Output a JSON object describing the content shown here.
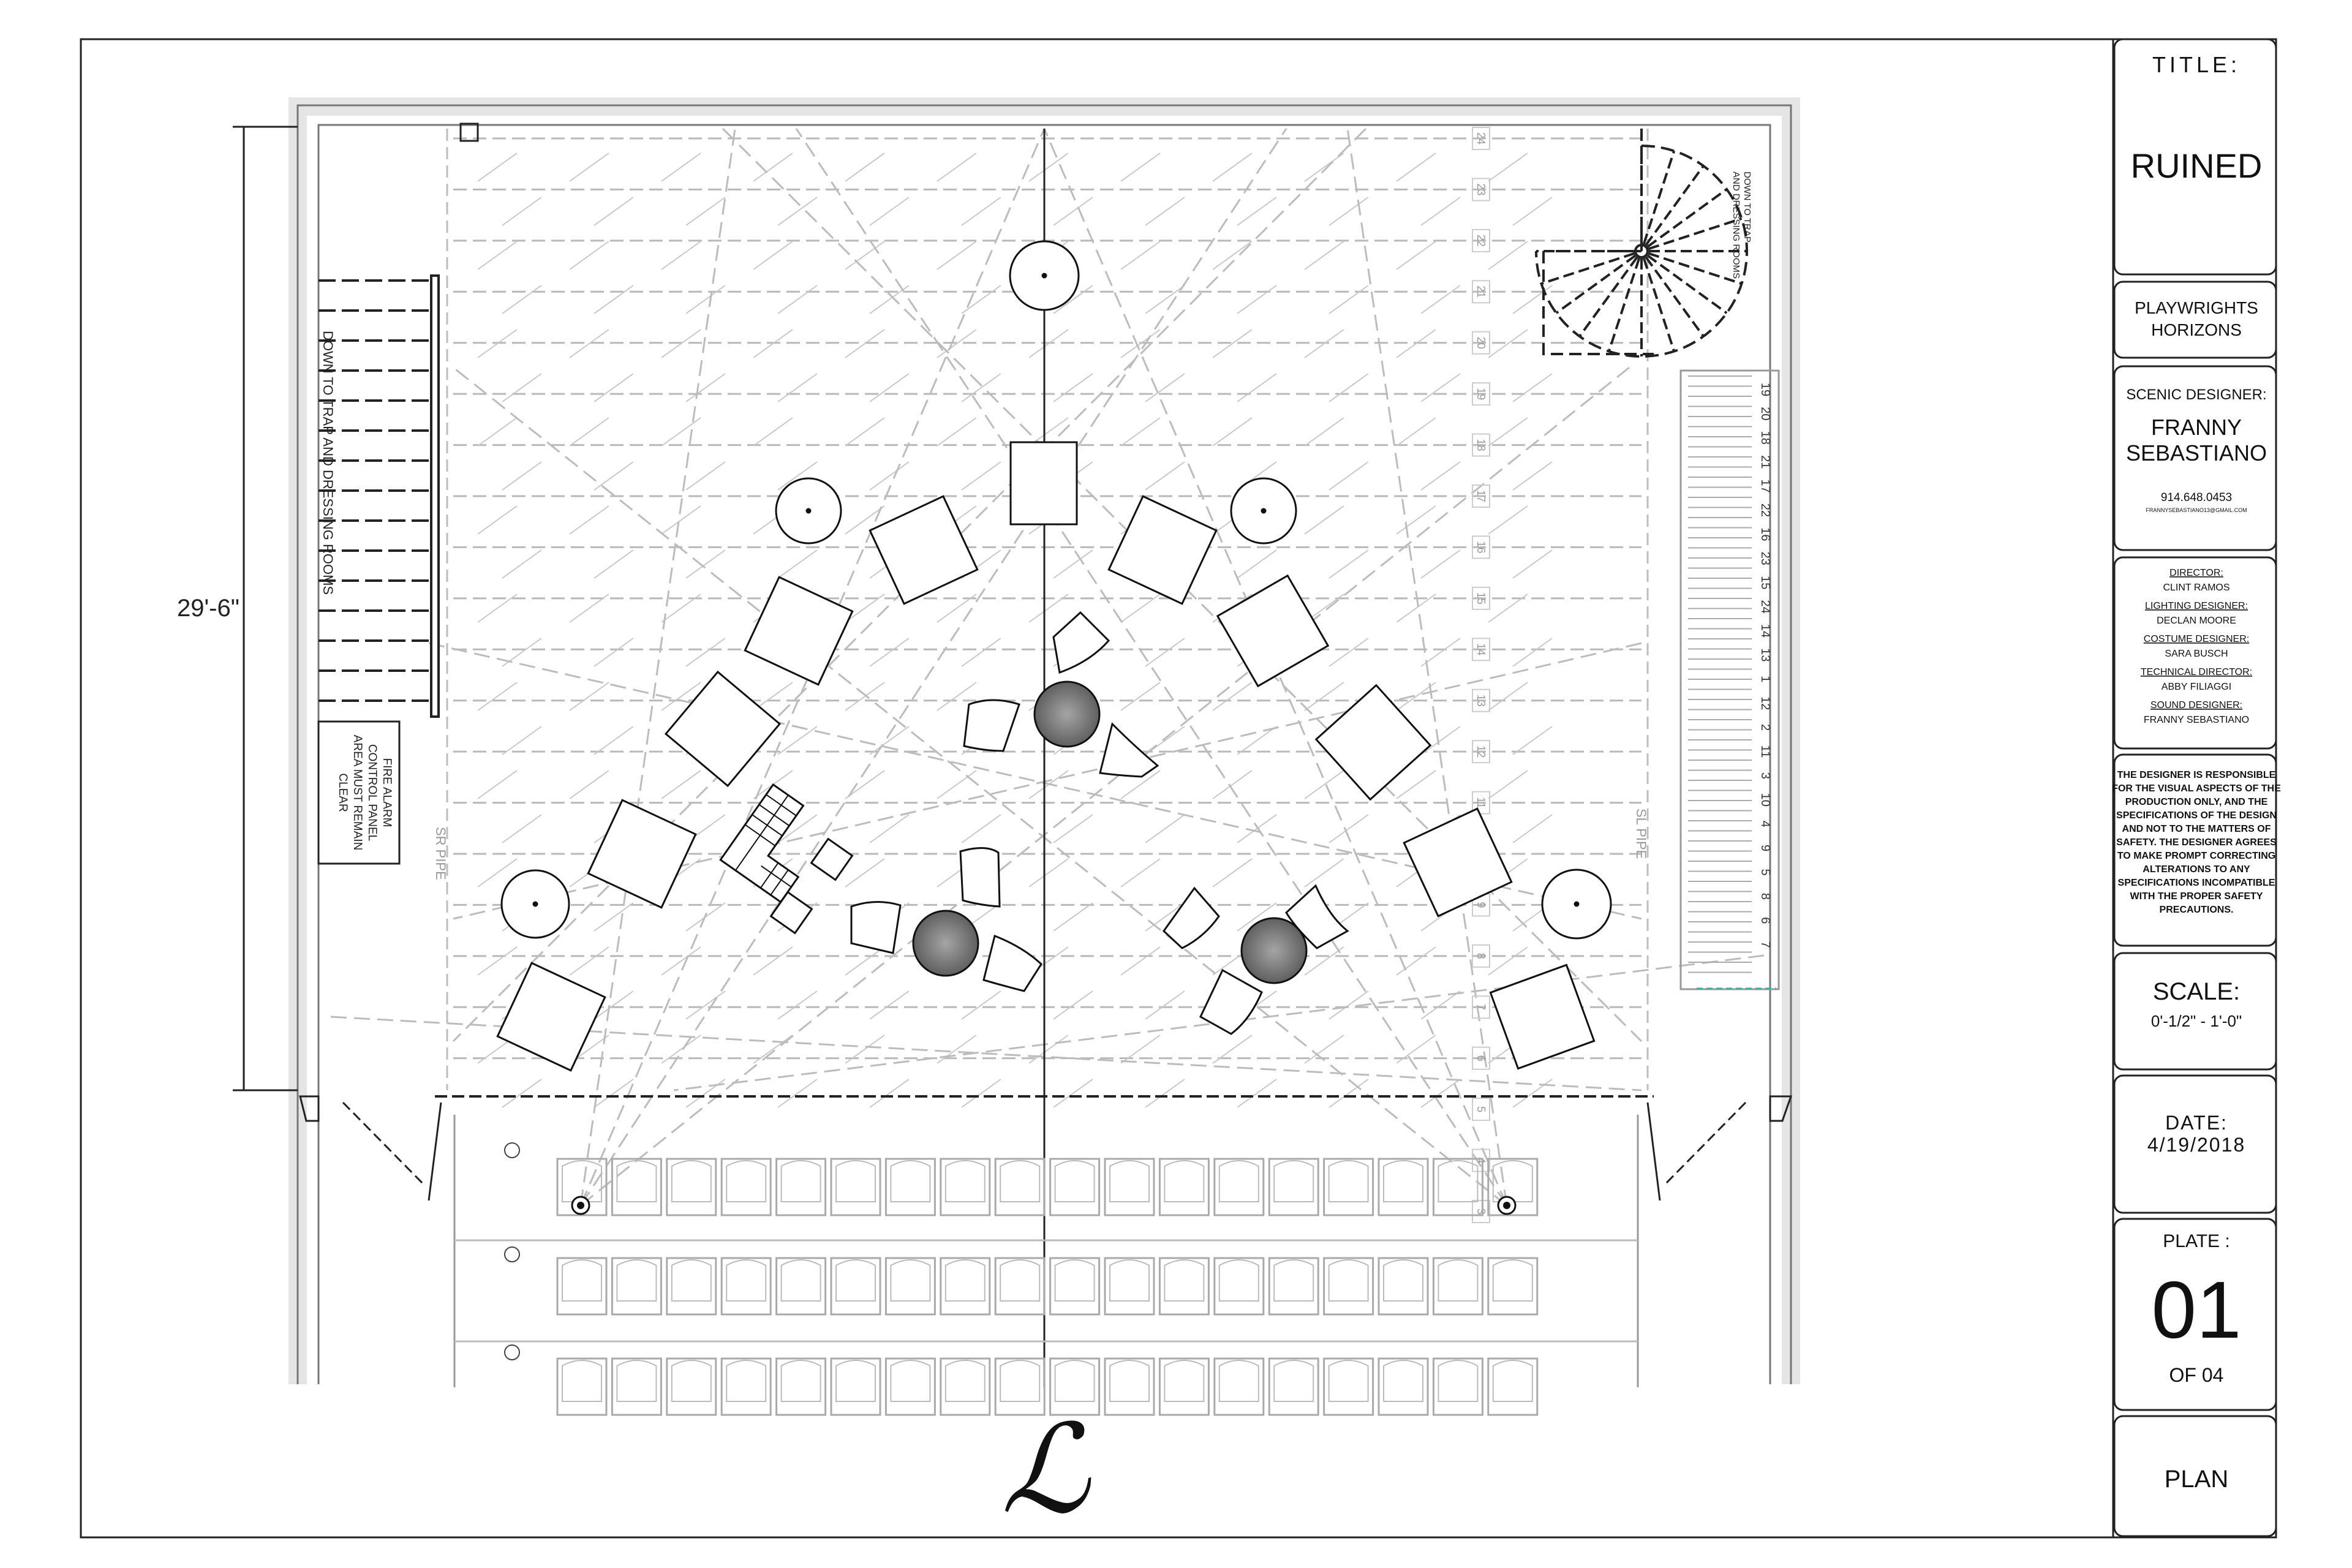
{
  "title_block": {
    "title_label": "TITLE:",
    "title": "RUINED",
    "theater_line1": "PLAYWRIGHTS",
    "theater_line2": "HORIZONS",
    "scenic_label": "SCENIC DESIGNER:",
    "designer_line1": "FRANNY",
    "designer_line2": "SEBASTIANO",
    "phone": "914.648.0453",
    "email": "FRANNYSEBASTIANO13@GMAIL.COM",
    "credits": [
      {
        "role": "DIRECTOR:",
        "name": "CLINT RAMOS"
      },
      {
        "role": "LIGHTING DESIGNER:",
        "name": "DECLAN MOORE"
      },
      {
        "role": "COSTUME DESIGNER:",
        "name": "SARA BUSCH"
      },
      {
        "role": "TECHNICAL DIRECTOR:",
        "name": "ABBY FILIAGGI"
      },
      {
        "role": "SOUND DESIGNER:",
        "name": "FRANNY SEBASTIANO"
      }
    ],
    "disclaimer": [
      "THE DESIGNER IS RESPONSIBLE",
      "FOR THE VISUAL ASPECTS OF THE",
      "PRODUCTION ONLY, AND THE",
      "SPECIFICATIONS OF THE DESIGN",
      "AND NOT TO THE MATTERS OF",
      "SAFETY. THE DESIGNER AGREES",
      "TO MAKE PROMPT CORRECTING",
      "ALTERATIONS TO ANY",
      "SPECIFICATIONS INCOMPATIBLE",
      "WITH THE PROPER SAFETY",
      "PRECAUTIONS."
    ],
    "scale_label": "SCALE:",
    "scale_value": "0'-1/2\" - 1'-0\"",
    "date_label": "DATE:",
    "date_value": "4/19/2018",
    "plate_label": "PLATE :",
    "plate_number": "01",
    "plate_of": "OF 04",
    "drawing_type": "PLAN"
  },
  "plan": {
    "dimension": "29'-6\"",
    "stair_note_left": "DOWN TO TRAP AND DRESSING ROOMS",
    "stair_note_right_1": "DOWN TO TRAP",
    "stair_note_right_2": "AND DRESSING ROOMS",
    "fire_alarm": [
      "FIRE ALARM",
      "CONTROL PANEL",
      "AREA MUST REMAIN",
      "CLEAR"
    ],
    "sr_pipe": "SR PIPE",
    "sl_pipe": "SL PIPE",
    "centerline_symbol": "ℒ",
    "batten_numbers": [
      "24",
      "23",
      "22",
      "21",
      "20",
      "19",
      "18",
      "17",
      "16",
      "15",
      "14",
      "13",
      "12",
      "11",
      "10",
      "9",
      "8",
      "7",
      "6",
      "5",
      "4",
      "3"
    ],
    "rail_numbers": [
      "19",
      "20",
      "18",
      "21",
      "17",
      "22",
      "16",
      "23",
      "15",
      "24",
      "14",
      "13",
      "1",
      "12",
      "2",
      "11",
      "3",
      "10",
      "4",
      "9",
      "5",
      "8",
      "6",
      "7"
    ]
  },
  "colors": {
    "line": "#1a1a1a",
    "faint": "#b9b9b9",
    "table_fill": "#8a8a8a"
  }
}
